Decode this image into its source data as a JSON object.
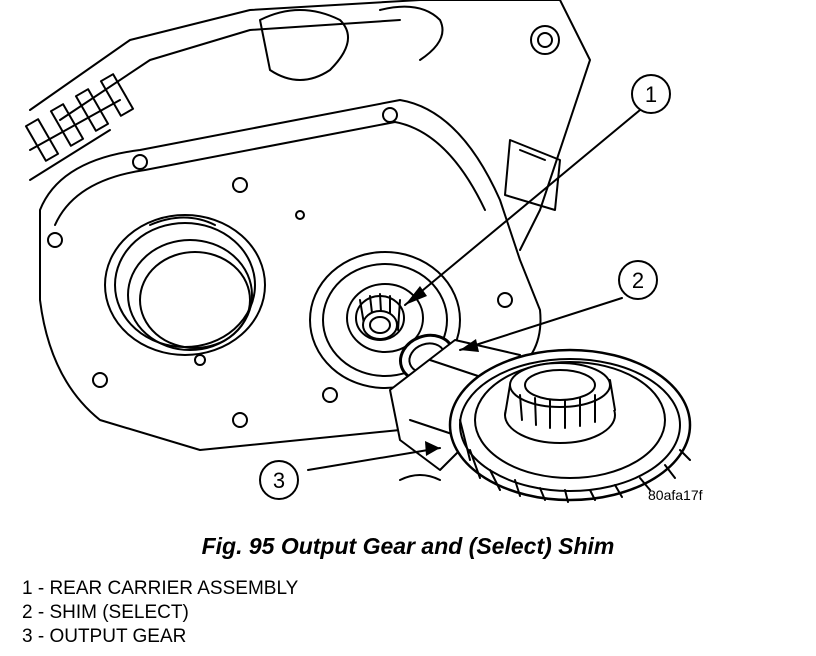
{
  "figure": {
    "image_code": "80afa17f",
    "callouts": [
      {
        "number": "1"
      },
      {
        "number": "2"
      },
      {
        "number": "3"
      }
    ]
  },
  "caption": "Fig. 95 Output Gear and (Select) Shim",
  "legend": [
    "1 - REAR CARRIER ASSEMBLY",
    "2 - SHIM (SELECT)",
    "3 - OUTPUT GEAR"
  ]
}
